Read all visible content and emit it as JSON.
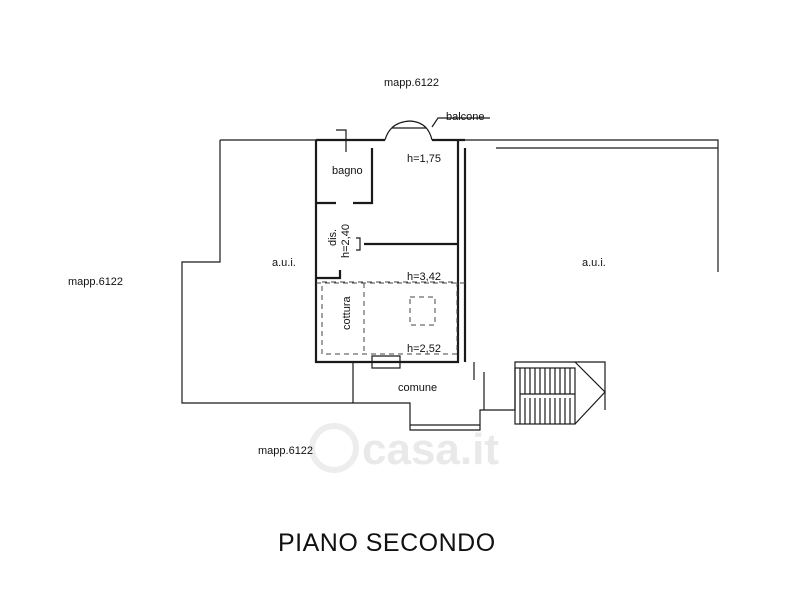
{
  "labels": {
    "top_parcel": "mapp.6122",
    "left_parcel": "mapp.6122",
    "bottom_parcel": "mapp.6122",
    "balcone": "balcone",
    "bagno": "bagno",
    "h_bagno": "h=1,75",
    "dis": "dis.",
    "h_dis": "h=2,40",
    "aui_left": "a.u.i.",
    "aui_right": "a.u.i.",
    "h_living": "h=3,42",
    "cottura": "cottura",
    "h_lower": "h=2,52",
    "comune": "comune"
  },
  "title": "PIANO SECONDO",
  "watermark": "casa.it"
}
